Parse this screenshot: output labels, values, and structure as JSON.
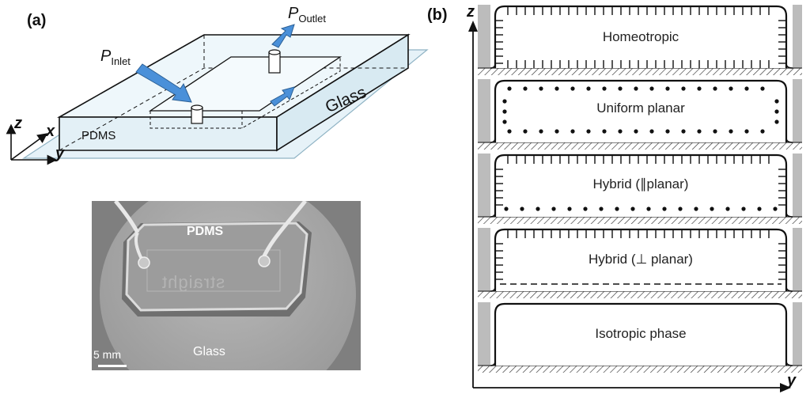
{
  "panel_a": {
    "label": "(a)",
    "inlet_label": "P",
    "inlet_sub": "Inlet",
    "outlet_label": "P",
    "outlet_sub": "Outlet",
    "pdms_label": "PDMS",
    "glass_label": "Glass",
    "axis_z": "z",
    "axis_x": "x",
    "axis_y": "y"
  },
  "photo": {
    "pdms_label": "PDMS",
    "glass_label": "Glass",
    "scale_label": "5 mm",
    "mirror_text": "straight"
  },
  "panel_b": {
    "label": "(b)",
    "axis_z": "z",
    "axis_y": "y",
    "cells": [
      {
        "label": "Homeotropic"
      },
      {
        "label": "Uniform planar"
      },
      {
        "label": "Hybrid (∥planar)"
      },
      {
        "label": "Hybrid (⊥ planar)"
      },
      {
        "label": "Isotropic phase"
      }
    ]
  },
  "colors": {
    "arrow_blue": "#4a90d9",
    "glass_fill": "#e6f2f8",
    "wall_gray": "#bcbcbc",
    "photo_bg": "#7f7f7f"
  }
}
